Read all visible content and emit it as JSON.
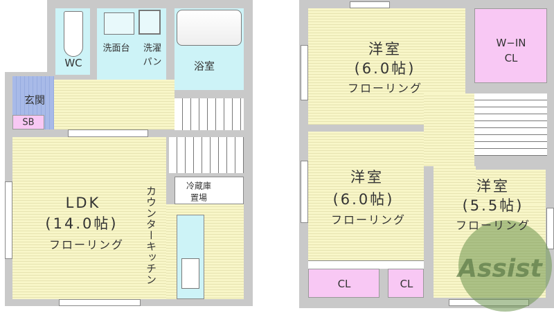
{
  "floor1": {
    "wc": "WC",
    "washstand": "洗面台",
    "laundry_pan": "洗濯\nパン",
    "laundry_line1": "洗濯",
    "laundry_line2": "パン",
    "bathroom": "浴室",
    "entrance": "玄関",
    "shoe_box": "SB",
    "ldk": {
      "name": "LDK",
      "size": "(14.0帖)",
      "floor": "フローリング"
    },
    "kitchen": "カウンターキッチン",
    "fridge_line1": "冷蔵庫",
    "fridge_line2": "置場"
  },
  "floor2": {
    "room1": {
      "name": "洋室",
      "size": "(6.0帖)",
      "floor": "フローリング"
    },
    "walk_in_closet_line1": "W−IN",
    "walk_in_closet_line2": "CL",
    "room2": {
      "name": "洋室",
      "size": "(6.0帖)",
      "floor": "フローリング"
    },
    "closet_a": "CL",
    "closet_b": "CL",
    "room3": {
      "name": "洋室",
      "size": "(5.5帖)",
      "floor": "フローリング"
    }
  },
  "watermark": "Assist",
  "colors": {
    "wall": "#c9c9c9",
    "floor": "#f8f6c8",
    "wet_area": "#cdf3f7",
    "closet": "#f8c8f4",
    "entrance_tile": "#cfdaf3",
    "watermark": "#7a9a5a"
  }
}
